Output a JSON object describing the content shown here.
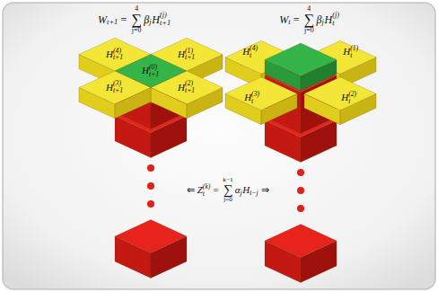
{
  "diagram": {
    "labels": [
      "W",
      "t+1",
      "=",
      "4",
      "∑",
      "j=0",
      "β",
      "j",
      "H",
      "(j)",
      "t+1",
      "W",
      "t",
      "=",
      "4",
      "∑",
      "j=0",
      "β",
      "j",
      "H",
      "(j)",
      "t",
      "H",
      "(4)",
      "t+1",
      "H",
      "(1)",
      "t+1",
      "H",
      "(0)",
      "t+1",
      "H",
      "(3)",
      "t+1",
      "H",
      "(2)",
      "t+1",
      "H",
      "(4)",
      "t",
      "H",
      "(1)",
      "t",
      "H",
      "(3)",
      "t",
      "H",
      "(2)",
      "t",
      "⇐",
      "Z",
      "(k)",
      "t",
      "=",
      "k−1",
      "∑",
      "j=0",
      "α",
      "j",
      "H",
      "t−j",
      "⇒"
    ]
  }
}
